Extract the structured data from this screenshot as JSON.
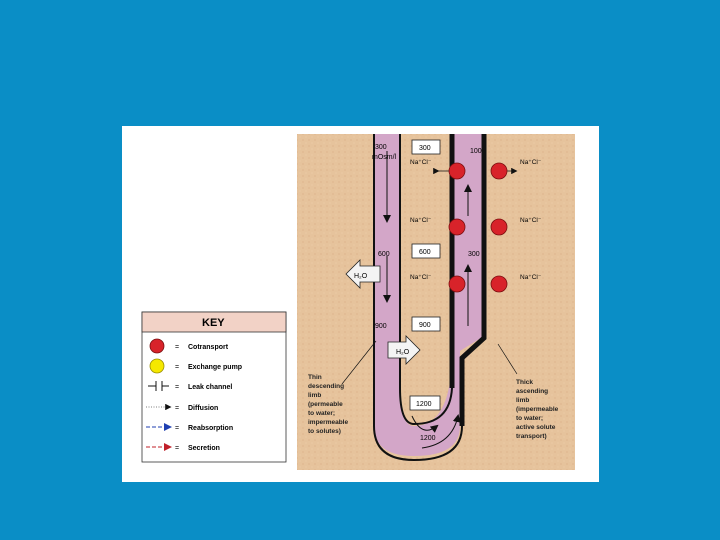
{
  "slide": {
    "background": "#0a8ec6"
  },
  "key": {
    "title": "KEY",
    "items": [
      {
        "symbol": "red-circle",
        "label": "Cotransport"
      },
      {
        "symbol": "yellow-circle",
        "label": "Exchange pump"
      },
      {
        "symbol": "leak-channel",
        "label": "Leak channel"
      },
      {
        "symbol": "dotted-arrow",
        "label": "Diffusion"
      },
      {
        "symbol": "blue-dashed-arrow",
        "label": "Reabsorption"
      },
      {
        "symbol": "red-dashed-arrow",
        "label": "Secretion"
      }
    ],
    "equals": "="
  },
  "loop": {
    "osm_top_desc": "300",
    "osm_unit": "mOsm/l",
    "box_300": "300",
    "asc_top": "100",
    "desc_600": "600",
    "box_600": "600",
    "asc_300": "300",
    "desc_900": "900",
    "box_900": "900",
    "box_1200": "1200",
    "bottom_1200": "1200",
    "h2o": "H₂O",
    "nacl": "Na⁺Cl⁻",
    "desc_label": [
      "Thin",
      "descending",
      "limb",
      "(permeable",
      "to water;",
      "impermeable",
      "to solutes)"
    ],
    "asc_label": [
      "Thick",
      "ascending",
      "limb",
      "(impermeable",
      "to water;",
      "active solute",
      "transport)"
    ]
  },
  "colors": {
    "interstitium": "#e8c8a3",
    "tubule": "#d3a6c8",
    "wall": "#1a1a1a",
    "pump": "#d8232a",
    "key_bg": "#f2d2c6"
  }
}
